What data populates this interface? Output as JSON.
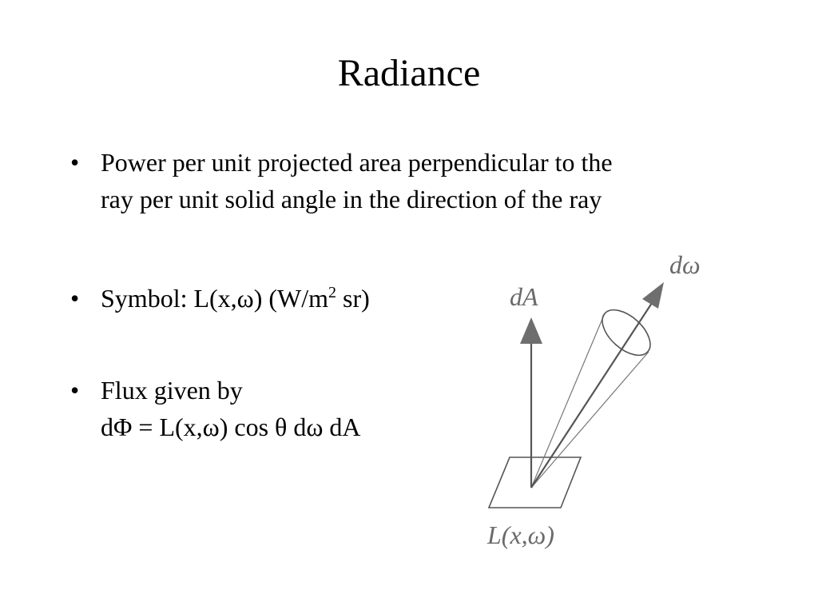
{
  "slide": {
    "title": "Radiance"
  },
  "bullets": [
    {
      "lines": [
        "Power per unit projected area perpendicular to the",
        "ray per unit solid angle in the direction of the ray"
      ]
    },
    {
      "prefix": "Symbol: L(x,ω) (W/m",
      "superscript": "2",
      "suffix": " sr)"
    },
    {
      "lines": [
        "Flux given by",
        "dΦ = L(x,ω) cos θ dω dA"
      ]
    }
  ],
  "diagram": {
    "normal_label": "dA",
    "direction_label": "dω",
    "point_label": "L(x,ω)",
    "stroke_color": "#555555",
    "arrow_color": "#6e6e6e"
  }
}
